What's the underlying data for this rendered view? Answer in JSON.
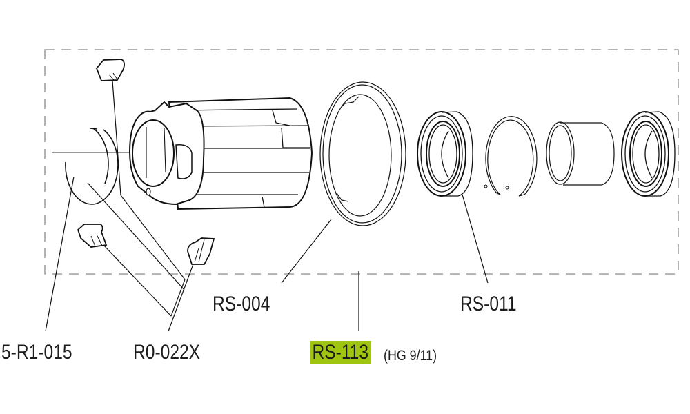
{
  "diagram": {
    "type": "exploded-parts-view",
    "subject": "freehub body assembly",
    "highlight_color": "#9fc510",
    "line_color": "#1c1c1c",
    "frame": {
      "style": "dashed"
    }
  },
  "labels": {
    "snap_ring": "5-R1-015",
    "pawls": "R0-022X",
    "spacer_ring": "RS-004",
    "freehub_body": "RS-113",
    "freehub_body_note": "(HG 9/11)",
    "bearings": "RS-011"
  },
  "parts": [
    {
      "id": "snap-ring",
      "label_ref": "snap_ring"
    },
    {
      "id": "pawl-top",
      "label_ref": "pawls"
    },
    {
      "id": "pawl-left",
      "label_ref": "snap_ring"
    },
    {
      "id": "pawl-bottom",
      "label_ref": "pawls"
    },
    {
      "id": "freehub-body",
      "label_ref": "freehub_body"
    },
    {
      "id": "spacer-ring",
      "label_ref": "spacer_ring"
    },
    {
      "id": "bearing-left",
      "label_ref": "bearings"
    },
    {
      "id": "circlip",
      "label_ref": null
    },
    {
      "id": "spacer-sleeve",
      "label_ref": null
    },
    {
      "id": "bearing-right",
      "label_ref": null
    }
  ]
}
